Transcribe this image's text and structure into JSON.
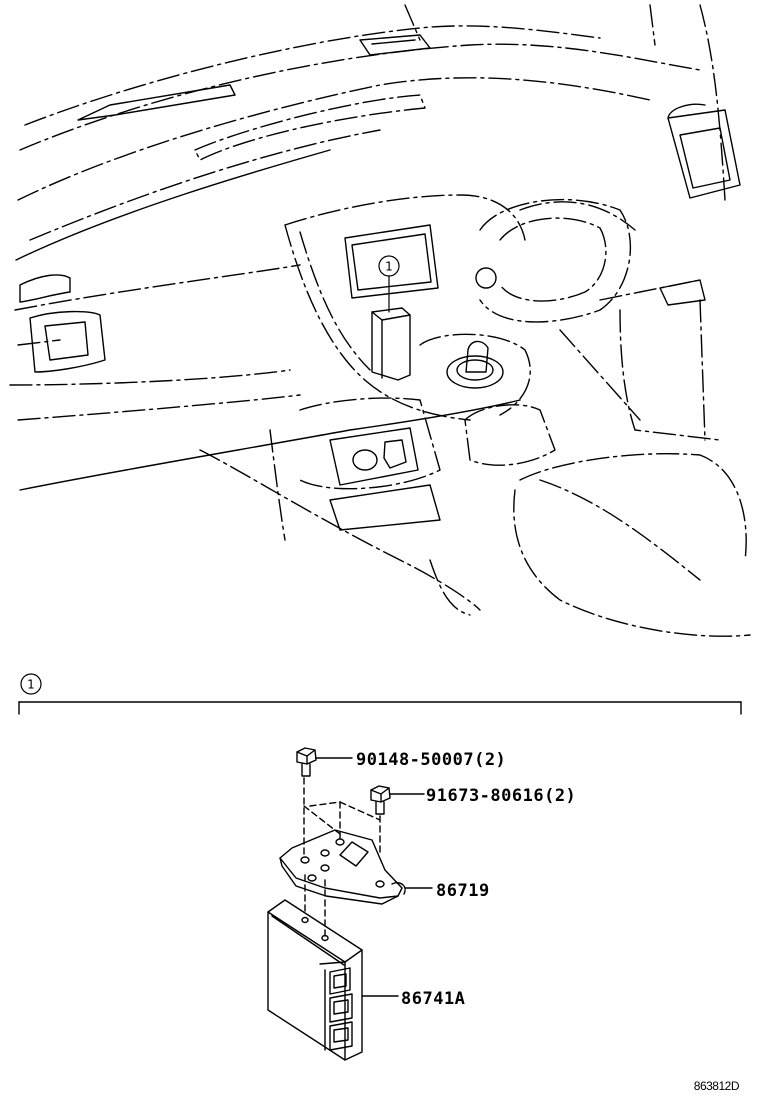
{
  "overview": {
    "callout": "1"
  },
  "detail": {
    "section_callout": "1",
    "parts": [
      {
        "number": "90148-50007(2)"
      },
      {
        "number": "91673-80616(2)"
      },
      {
        "number": "86719"
      },
      {
        "number": "86741A"
      }
    ]
  },
  "illustration_code": "863812D"
}
